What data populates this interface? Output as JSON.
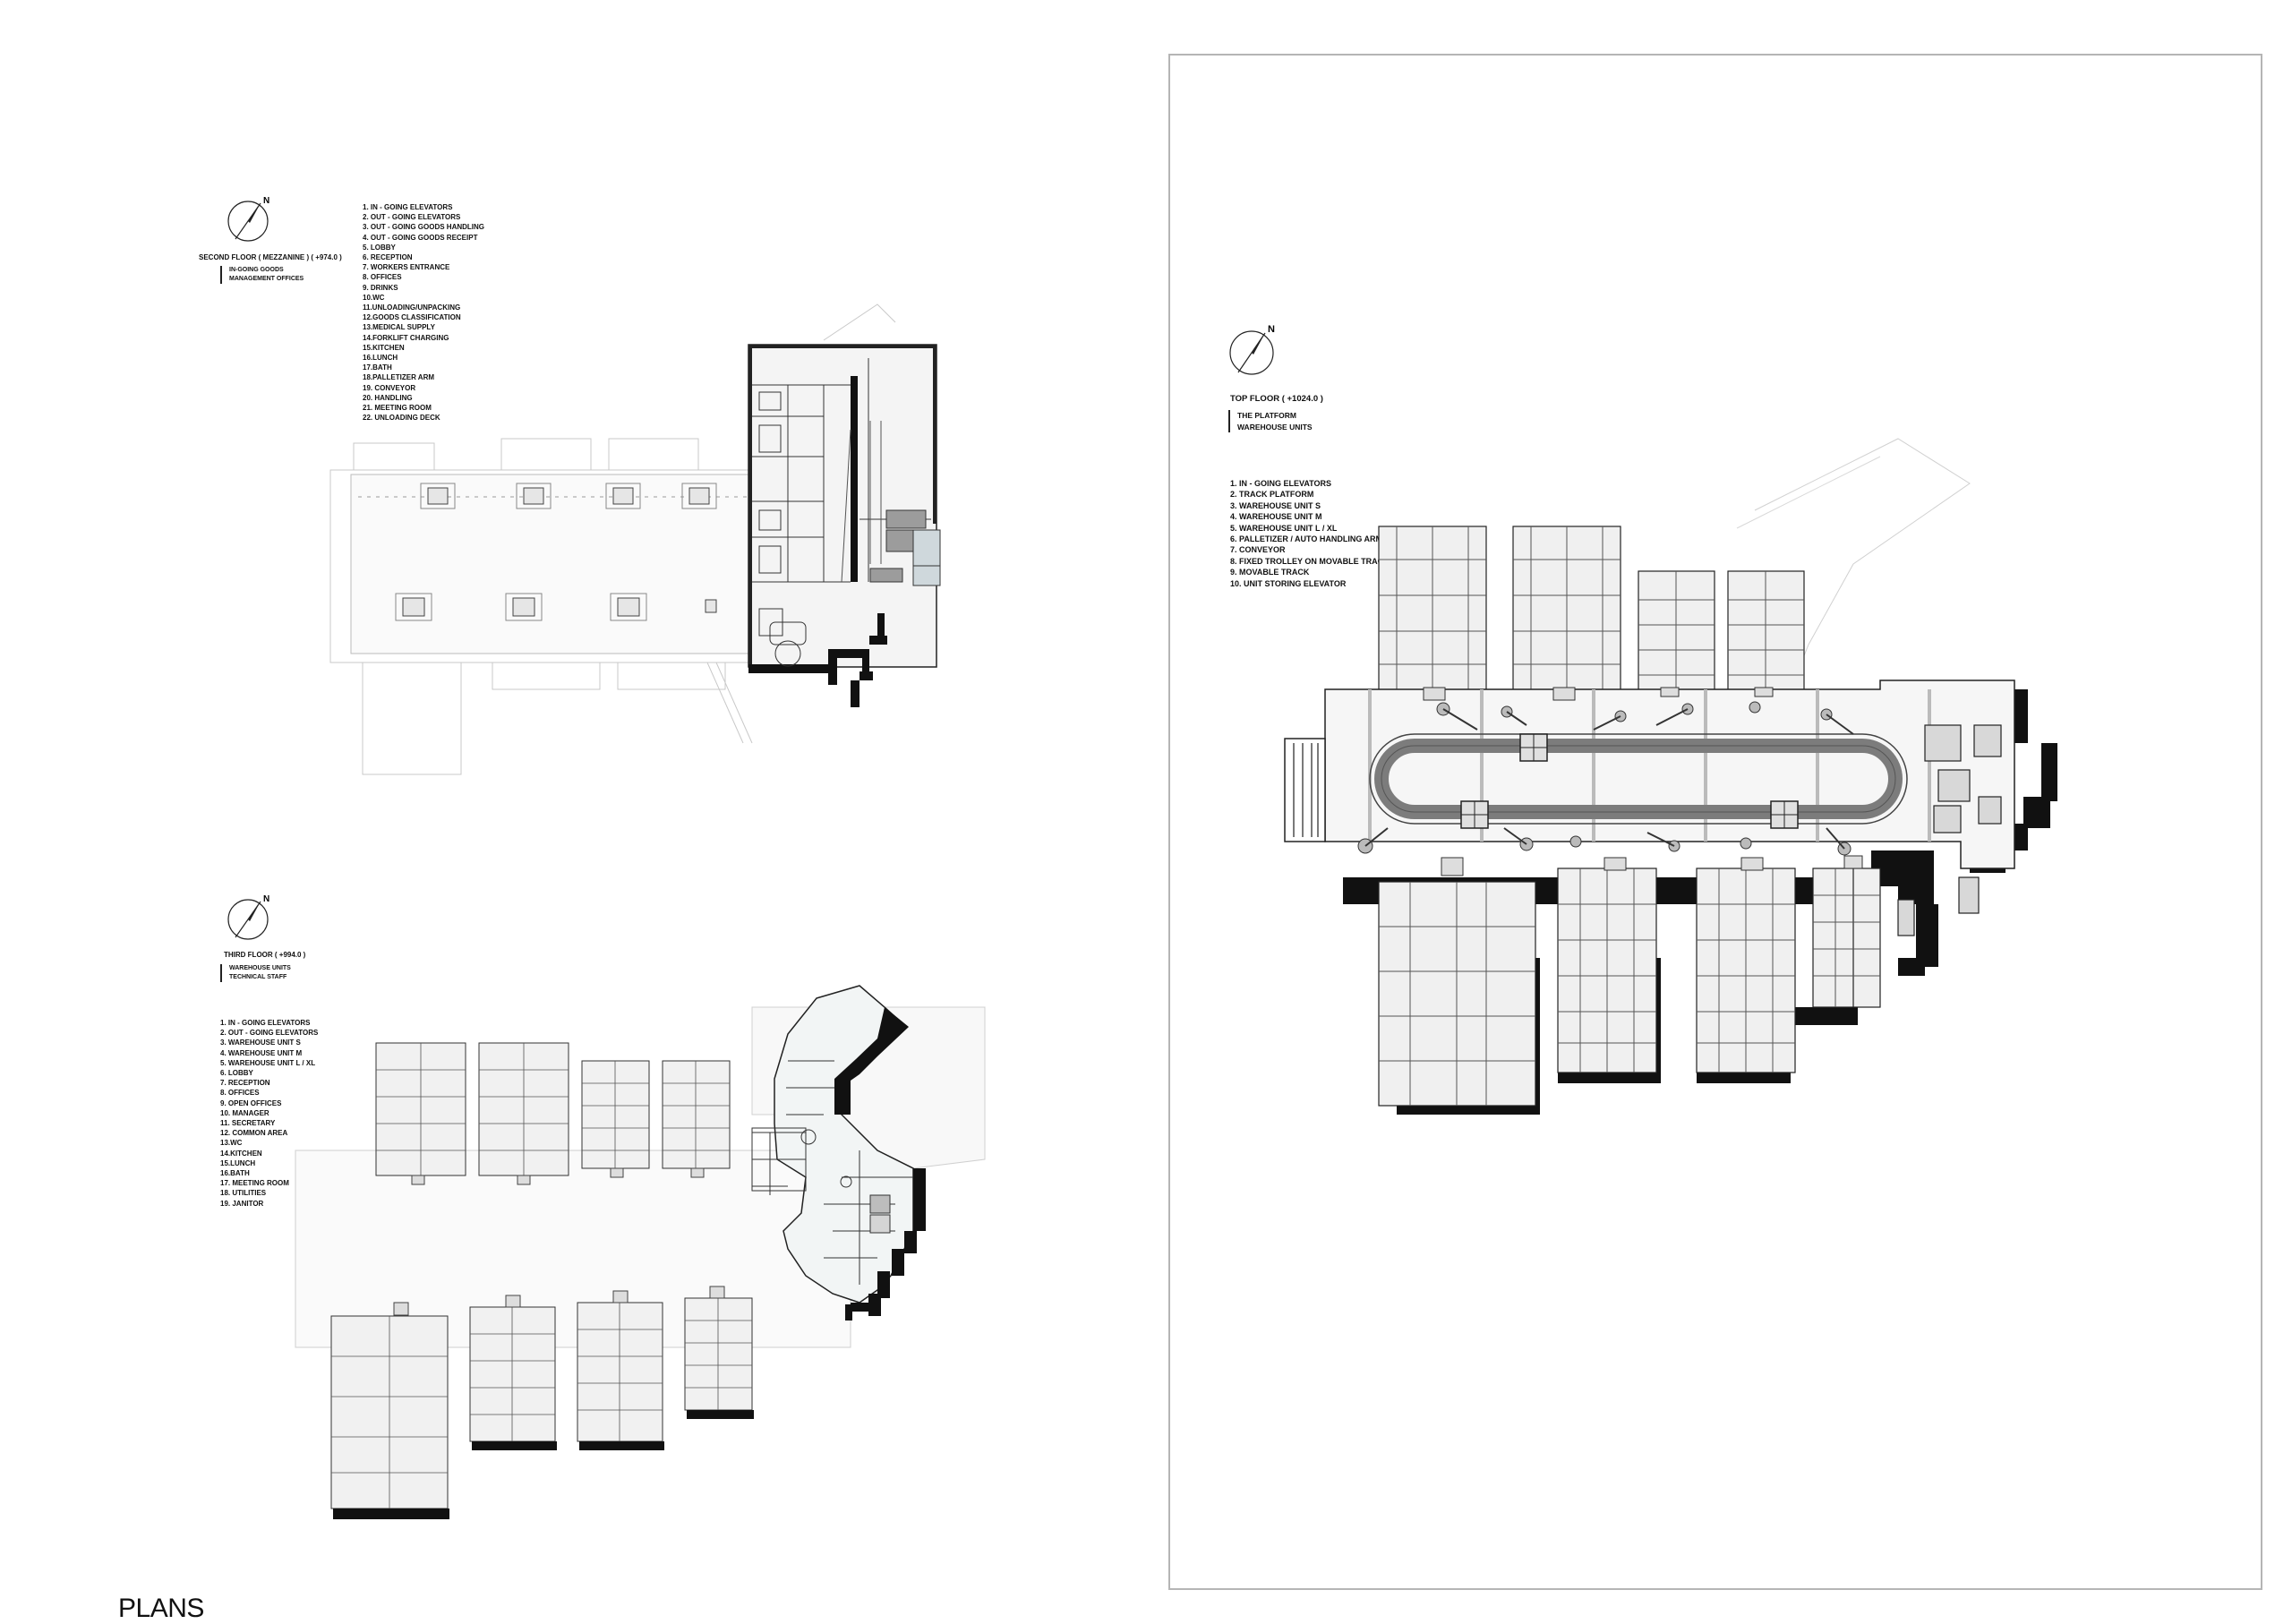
{
  "page_title": "PLANS",
  "compass_label": "N",
  "second_floor": {
    "title": "SECOND FLOOR ( MEZZANINE ) ( +974.0 )",
    "subtitle": [
      "IN-GOING GOODS",
      "MANAGEMENT OFFICES"
    ],
    "legend": [
      "1. IN - GOING ELEVATORS",
      "2. OUT - GOING ELEVATORS",
      "3. OUT - GOING GOODS HANDLING",
      "4. OUT - GOING GOODS RECEIPT",
      "5. LOBBY",
      "6. RECEPTION",
      "7. WORKERS ENTRANCE",
      "8. OFFICES",
      "9. DRINKS",
      "10.WC",
      "11.UNLOADING/UNPACKING",
      "12.GOODS CLASSIFICATION",
      "13.MEDICAL SUPPLY",
      "14.FORKLIFT CHARGING",
      "15.KITCHEN",
      "16.LUNCH",
      "17.BATH",
      "18.PALLETIZER ARM",
      "19. CONVEYOR",
      "20. HANDLING",
      "21. MEETING ROOM",
      "22. UNLOADING DECK"
    ]
  },
  "third_floor": {
    "title": "THIRD FLOOR ( +994.0 )",
    "subtitle": [
      "WAREHOUSE UNITS",
      "TECHNICAL STAFF"
    ],
    "legend": [
      "1. IN - GOING ELEVATORS",
      "2. OUT - GOING ELEVATORS",
      "3. WAREHOUSE UNIT S",
      "4. WAREHOUSE UNIT M",
      "5. WAREHOUSE UNIT L / XL",
      "6. LOBBY",
      "7. RECEPTION",
      "8. OFFICES",
      "9. OPEN OFFICES",
      "10. MANAGER",
      "11. SECRETARY",
      "12. COMMON AREA",
      "13.WC",
      "14.KITCHEN",
      "15.LUNCH",
      "16.BATH",
      "17. MEETING ROOM",
      "18. UTILITIES",
      "19. JANITOR"
    ]
  },
  "top_floor": {
    "title": "TOP FLOOR  ( +1024.0 )",
    "subtitle": [
      "THE PLATFORM",
      "WAREHOUSE UNITS"
    ],
    "legend": [
      "1. IN - GOING ELEVATORS",
      "2. TRACK PLATFORM",
      "3. WAREHOUSE UNIT S",
      "4. WAREHOUSE UNIT M",
      "5. WAREHOUSE UNIT L / XL",
      "6. PALLETIZER / AUTO HANDLING ARM",
      "7. CONVEYOR",
      "8. FIXED TROLLEY ON MOVABLE TRACK",
      "9. MOVABLE TRACK",
      "10. UNIT STORING ELEVATOR"
    ]
  }
}
